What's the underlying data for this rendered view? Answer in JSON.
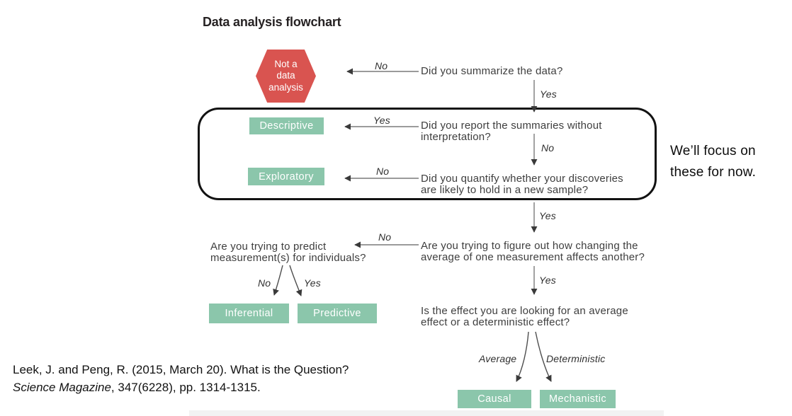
{
  "title": "Data analysis flowchart",
  "annotation": "We’ll focus on\nthese for now.",
  "citation": {
    "line1": "Leek, J. and Peng, R. (2015, March 20). What is the Question?",
    "journal": "Science Magazine",
    "line2_rest": ", 347(6228), pp. 1314-1315."
  },
  "colors": {
    "outcome_green": "#8BC6AB",
    "terminal_red": "#D95450",
    "highlight_outline": "#121212",
    "question_text": "#3E3E3E",
    "arrow_line": "#7A7A7A",
    "arrow_head": "#3A3A3A",
    "bottom_strip": "#F2F2F2"
  },
  "flowchart": {
    "terminal": "Not a\ndata\nanalysis",
    "questions": {
      "summarize": "Did you summarize the data?",
      "report": "Did you report the summaries without\ninterpretation?",
      "quantify": "Did you quantify whether your discoveries\nare likely to hold in a new sample?",
      "predict": "Are you trying to predict\nmeasurement(s) for individuals?",
      "figure_out": "Are you trying to figure out how changing the\naverage of one measurement affects another?",
      "effect": "Is the effect you are looking for an average\neffect or a deterministic effect?"
    },
    "outcomes": {
      "descriptive": "Descriptive",
      "exploratory": "Exploratory",
      "inferential": "Inferential",
      "predictive": "Predictive",
      "causal": "Causal",
      "mechanistic": "Mechanistic"
    },
    "edges": {
      "summarize_no": "No",
      "summarize_yes": "Yes",
      "report_yes": "Yes",
      "report_no": "No",
      "quantify_no": "No",
      "quantify_yes": "Yes",
      "figure_no": "No",
      "figure_yes": "Yes",
      "predict_no": "No",
      "predict_yes": "Yes",
      "effect_average": "Average",
      "effect_deterministic": "Deterministic"
    }
  }
}
